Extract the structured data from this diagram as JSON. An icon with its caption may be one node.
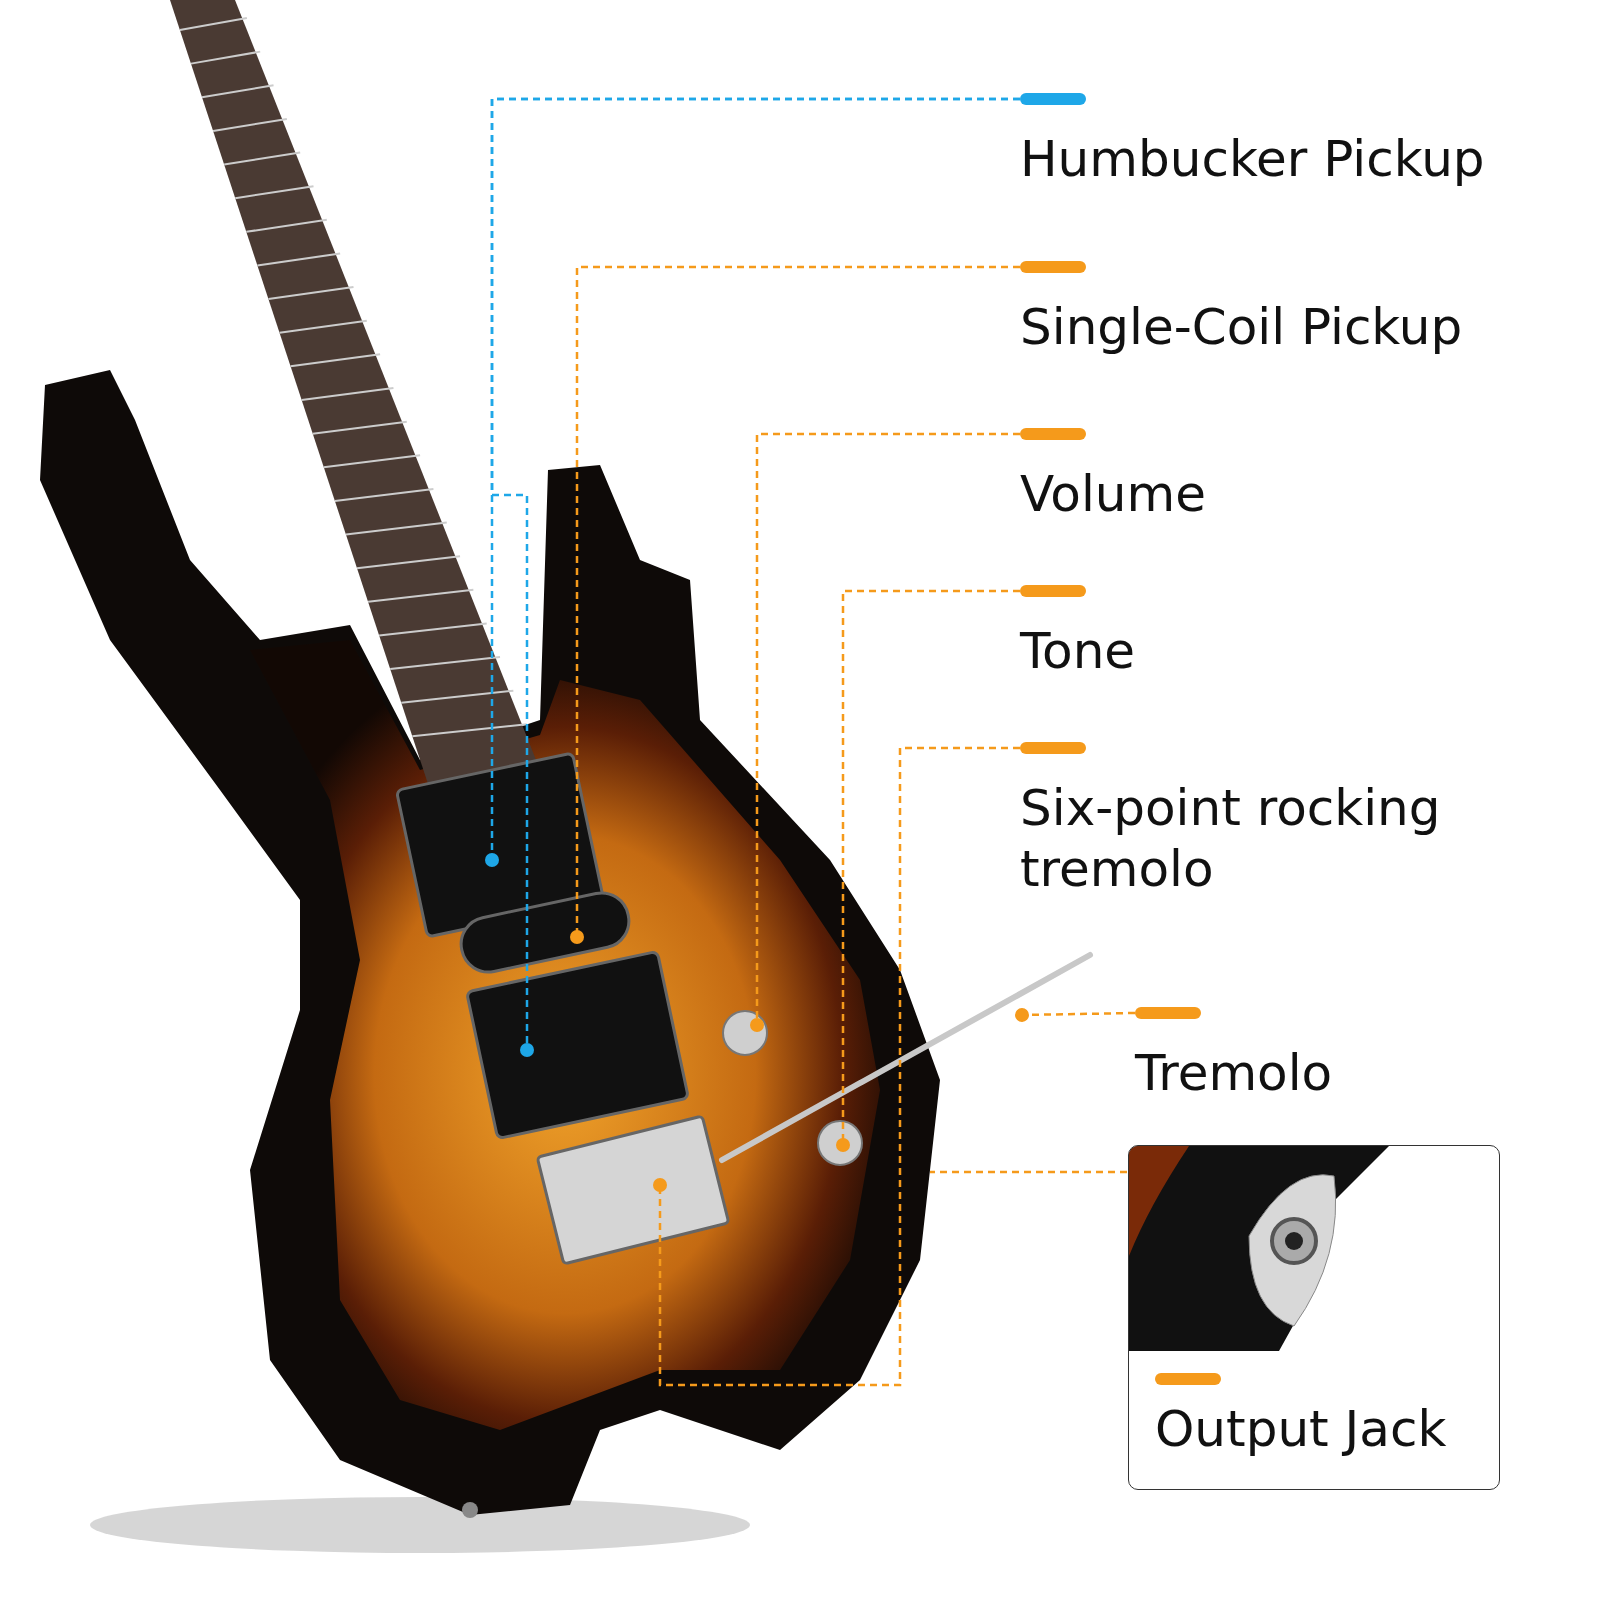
{
  "diagram": {
    "nodes": [
      {
        "text": [
          "Humbucker Pickup"
        ]
      },
      {
        "text": [
          "Single-Coil Pickup"
        ]
      },
      {
        "text": [
          "Volume"
        ]
      },
      {
        "text": [
          "Tone"
        ]
      },
      {
        "text": [
          "Six-point rocking tremolo"
        ]
      },
      {
        "text": [
          "Tremolo"
        ]
      },
      {
        "text": [
          "Output Jack"
        ]
      },
      {
        "text": [],
        "shape": "box"
      },
      {
        "text": [],
        "shape": "box"
      },
      {
        "text": [],
        "shape": "box"
      },
      {
        "text": [],
        "shape": "circle"
      },
      {
        "text": [],
        "shape": "circle"
      },
      {
        "text": [],
        "shape": "box"
      },
      {
        "text": [],
        "shape": "bar"
      }
    ],
    "edges": [
      {
        "from": 0,
        "to": 7,
        "arrow": "other",
        "style": "dashed",
        "color": "#1ea7e8"
      },
      {
        "from": 0,
        "to": 8,
        "arrow": "other",
        "style": "dashed",
        "color": "#1ea7e8"
      },
      {
        "from": 1,
        "to": 9,
        "arrow": "other",
        "style": "dashed"
      },
      {
        "from": 2,
        "to": 10,
        "arrow": "other",
        "style": "dashed"
      },
      {
        "from": 3,
        "to": 11,
        "arrow": "other",
        "style": "dashed"
      },
      {
        "from": 4,
        "to": 12,
        "arrow": "other",
        "style": "dashed"
      },
      {
        "from": 5,
        "to": 13,
        "arrow": "other",
        "style": "dashed"
      },
      {
        "from": 6,
        "to": null,
        "arrow": "none",
        "style": "dashed"
      }
    ]
  }
}
